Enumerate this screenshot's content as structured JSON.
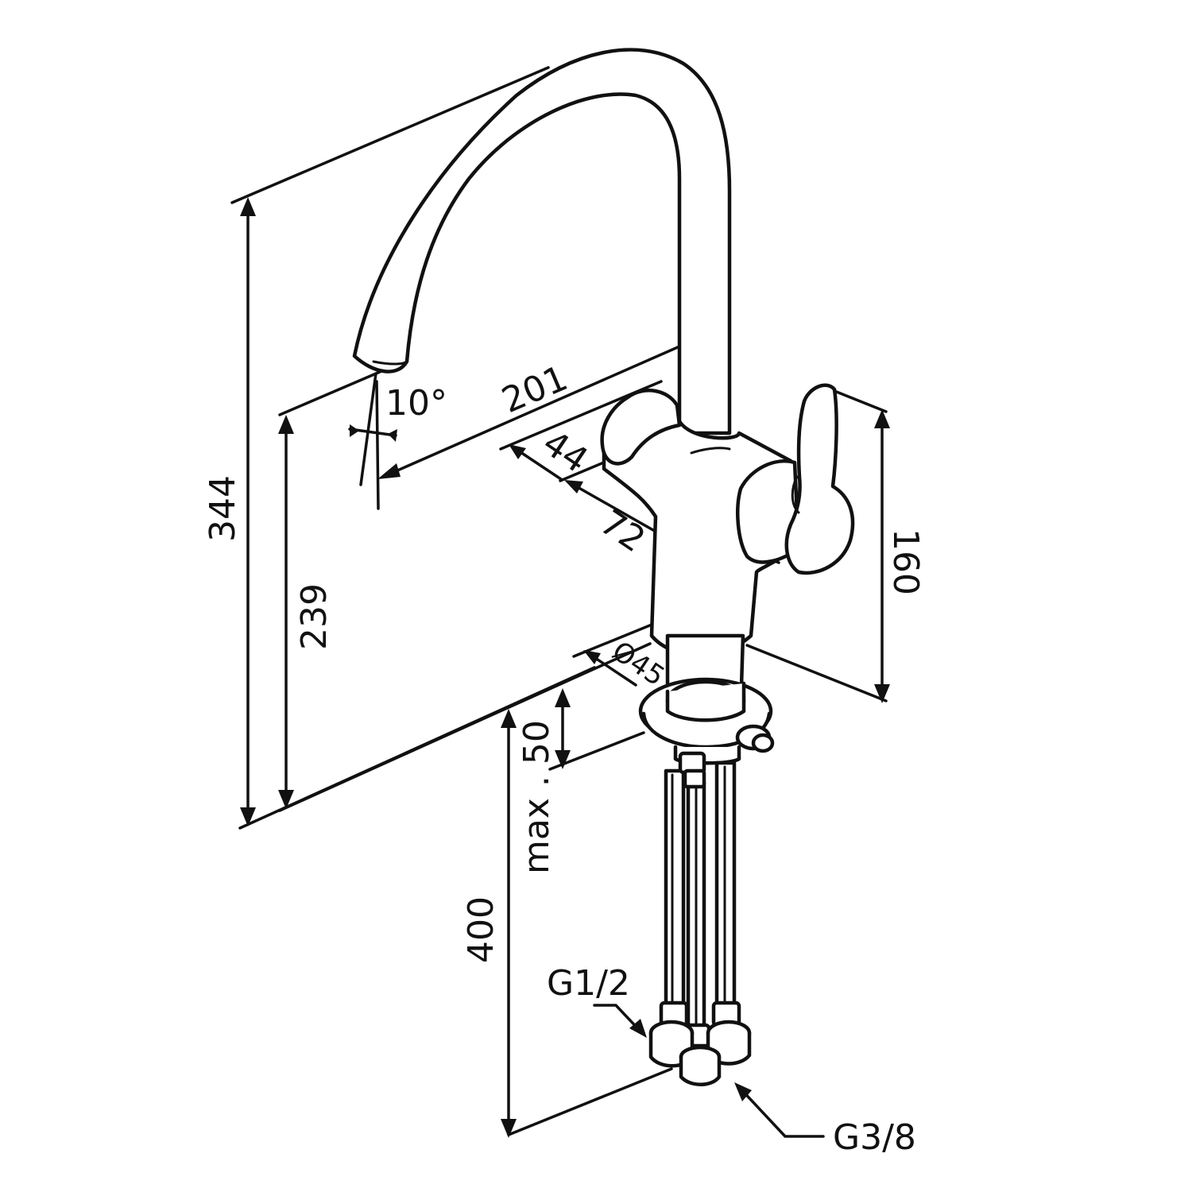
{
  "dimensions": {
    "total_height": "344",
    "spout_height": "239",
    "spout_reach": "201",
    "handle_offset": "44",
    "body_depth": "72",
    "handle_height": "160",
    "base_diameter": "Ø45",
    "max_thickness": "max . 50",
    "hose_length": "400",
    "spout_angle": "10°"
  },
  "connections": {
    "large": "G1/2",
    "small": "G3/8"
  }
}
